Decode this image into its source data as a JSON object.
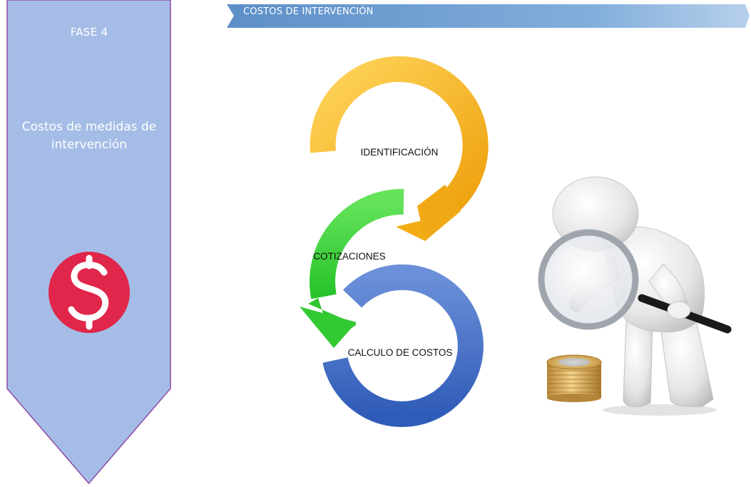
{
  "sidebar": {
    "phase_label": "FASE 4",
    "title": "Costos de medidas de intervención",
    "icon": "dollar-sign-icon",
    "colors": {
      "ribbon_fill": "#a5bde6",
      "ribbon_border": "#8e4aa6",
      "icon_circle": "#e0264a"
    }
  },
  "header": {
    "label": "COSTOS DE INTERVENCIÓN",
    "color": "#6f9ccf"
  },
  "cycle": {
    "steps": [
      {
        "label": "IDENTIFICACIÓN",
        "color": "#f5b51e"
      },
      {
        "label": "COTIZACIONES",
        "color": "#3fd43a"
      },
      {
        "label": "CALCULO DE COSTOS",
        "color": "#3d6bc4"
      }
    ]
  },
  "illustration": {
    "figure": "person-with-magnifying-glass-illustration",
    "coins": "coin-stack-illustration"
  }
}
